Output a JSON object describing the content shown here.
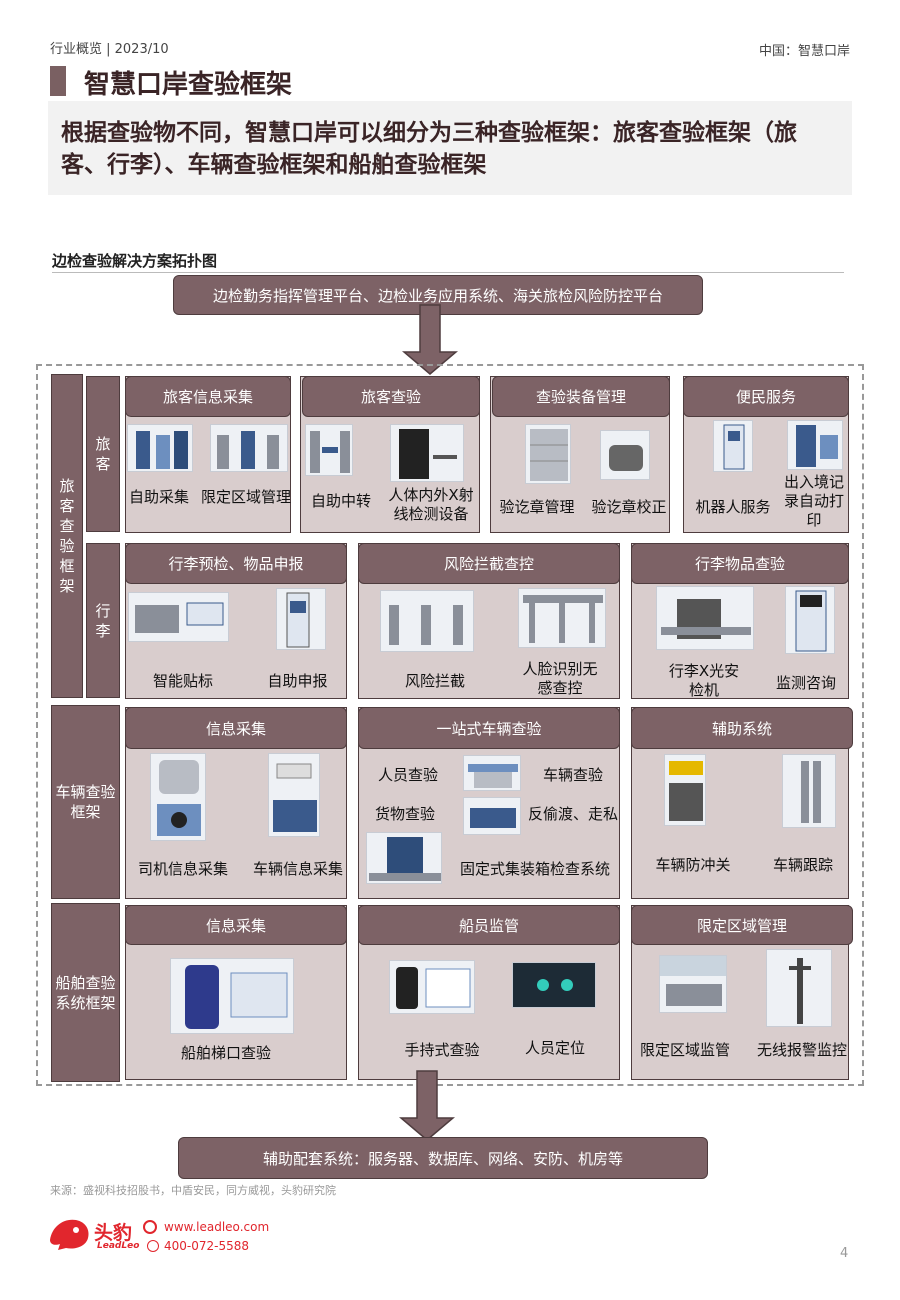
{
  "header": {
    "left": "行业概览 | 2023/10",
    "right": "中国：智慧口岸"
  },
  "title": "智慧口岸查验框架",
  "summary": "根据查验物不同，智慧口岸可以细分为三种查验框架：旅客查验框架（旅客、行李）、车辆查验框架和船舶查验框架",
  "section_title": "边检查验解决方案拓扑图",
  "top_box": "边检勤务指挥管理平台、边检业务应用系统、海关旅检风险防控平台",
  "bottom_box": "辅助配套系统：服务器、数据库、网络、安防、机房等",
  "frameworks": {
    "passenger": "旅客查验框架",
    "passenger_sub": "旅客",
    "luggage_sub": "行李",
    "vehicle": "车辆查验框架",
    "ship": "船舶查验系统框架"
  },
  "passenger_panels": {
    "p1": {
      "title": "旅客信息采集",
      "i1": "自助采集",
      "i2": "限定区域管理"
    },
    "p2": {
      "title": "旅客查验",
      "i1": "自助中转",
      "i2": "人体内外X射线检测设备"
    },
    "p3": {
      "title": "查验装备管理",
      "i1": "验讫章管理",
      "i2": "验讫章校正"
    },
    "p4": {
      "title": "便民服务",
      "i1": "机器人服务",
      "i2": "出入境记录自动打印"
    }
  },
  "luggage_panels": {
    "p1": {
      "title": "行李预检、物品申报",
      "i1": "智能贴标",
      "i2": "自助申报"
    },
    "p2": {
      "title": "风险拦截查控",
      "i1": "风险拦截",
      "i2": "人脸识别无感查控"
    },
    "p3": {
      "title": "行李物品查验",
      "i1": "行李X光安检机",
      "i2": "监测咨询"
    }
  },
  "vehicle_panels": {
    "p1": {
      "title": "信息采集",
      "i1": "司机信息采集",
      "i2": "车辆信息采集"
    },
    "p2": {
      "title": "一站式车辆查验",
      "i1": "人员查验",
      "i2": "车辆查验",
      "i3": "货物查验",
      "i4": "反偷渡、走私",
      "i5": "固定式集装箱检查系统"
    },
    "p3": {
      "title": "辅助系统",
      "i1": "车辆防冲关",
      "i2": "车辆跟踪"
    }
  },
  "ship_panels": {
    "p1": {
      "title": "信息采集",
      "i1": "船舶梯口查验"
    },
    "p2": {
      "title": "船员监管",
      "i1": "手持式查验",
      "i2": "人员定位"
    },
    "p3": {
      "title": "限定区域管理",
      "i1": "限定区域监管",
      "i2": "无线报警监控"
    }
  },
  "footer": {
    "source": "来源：盛视科技招股书，中盾安民，同方威视，头豹研究院",
    "brand": "头豹",
    "brand_en": "LeadLeo",
    "url": "www.leadleo.com",
    "phone": "400-072-5588",
    "page": "4"
  }
}
